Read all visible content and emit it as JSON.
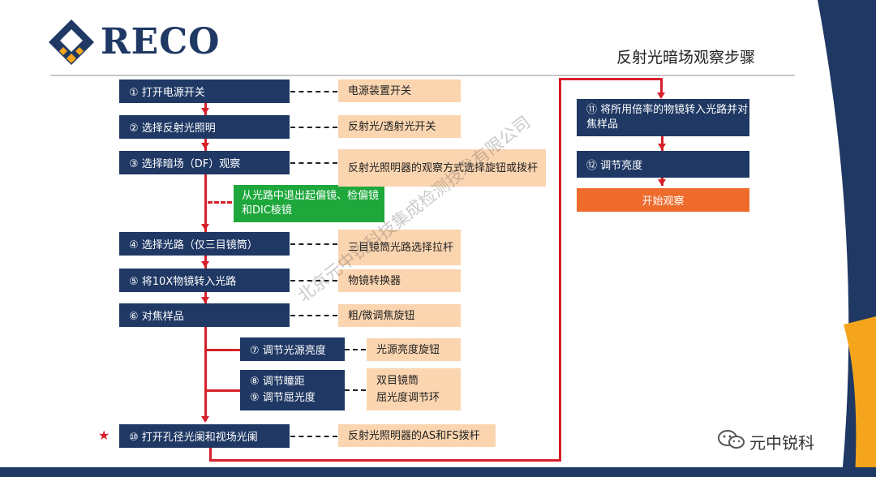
{
  "logo": {
    "text": "RECO"
  },
  "title": "反射光暗场观察步骤",
  "steps": {
    "s1": "① 打开电源开关",
    "s2": "② 选择反射光照明",
    "s3": "③ 选择暗场（DF）观察",
    "s4": "④ 选择光路（仅三目镜筒）",
    "s5": "⑤ 将10X物镜转入光路",
    "s6": "⑥ 对焦样品",
    "s7": "⑦ 调节光源亮度",
    "s8": "⑧ 调节瞳距",
    "s9": "⑨ 调节屈光度",
    "s10": "⑩ 打开孔径光阑和视场光阑",
    "s11": "⑪ 将所用倍率的物镜转入光路并对焦样品",
    "s12": "⑫ 调节亮度",
    "start": "开始观察"
  },
  "notes": {
    "n1": "电源装置开关",
    "n2": "反射光/透射光开关",
    "n3": "反射光照明器的观察方式选择旋钮或拨杆",
    "n4": "三目镜筒光路选择拉杆",
    "n5": "物镜转换器",
    "n6": "粗/微调焦旋钮",
    "n7": "光源亮度旋钮",
    "n8": "双目镜筒",
    "n9": "屈光度调节环",
    "n10": "反射光照明器的AS和FS拨杆"
  },
  "green_note": "从光路中退出起偏镜、检偏镜和DIC棱镜",
  "star": "★",
  "watermark": "北京元中锐科技集成检测技术有限公司",
  "wechat": "元中锐科",
  "colors": {
    "navy": "#1f3864",
    "peach": "#fbd5b0",
    "green": "#1ea83c",
    "orange": "#ee6b2c",
    "red": "#d6202a",
    "gold": "#f4a51c"
  }
}
